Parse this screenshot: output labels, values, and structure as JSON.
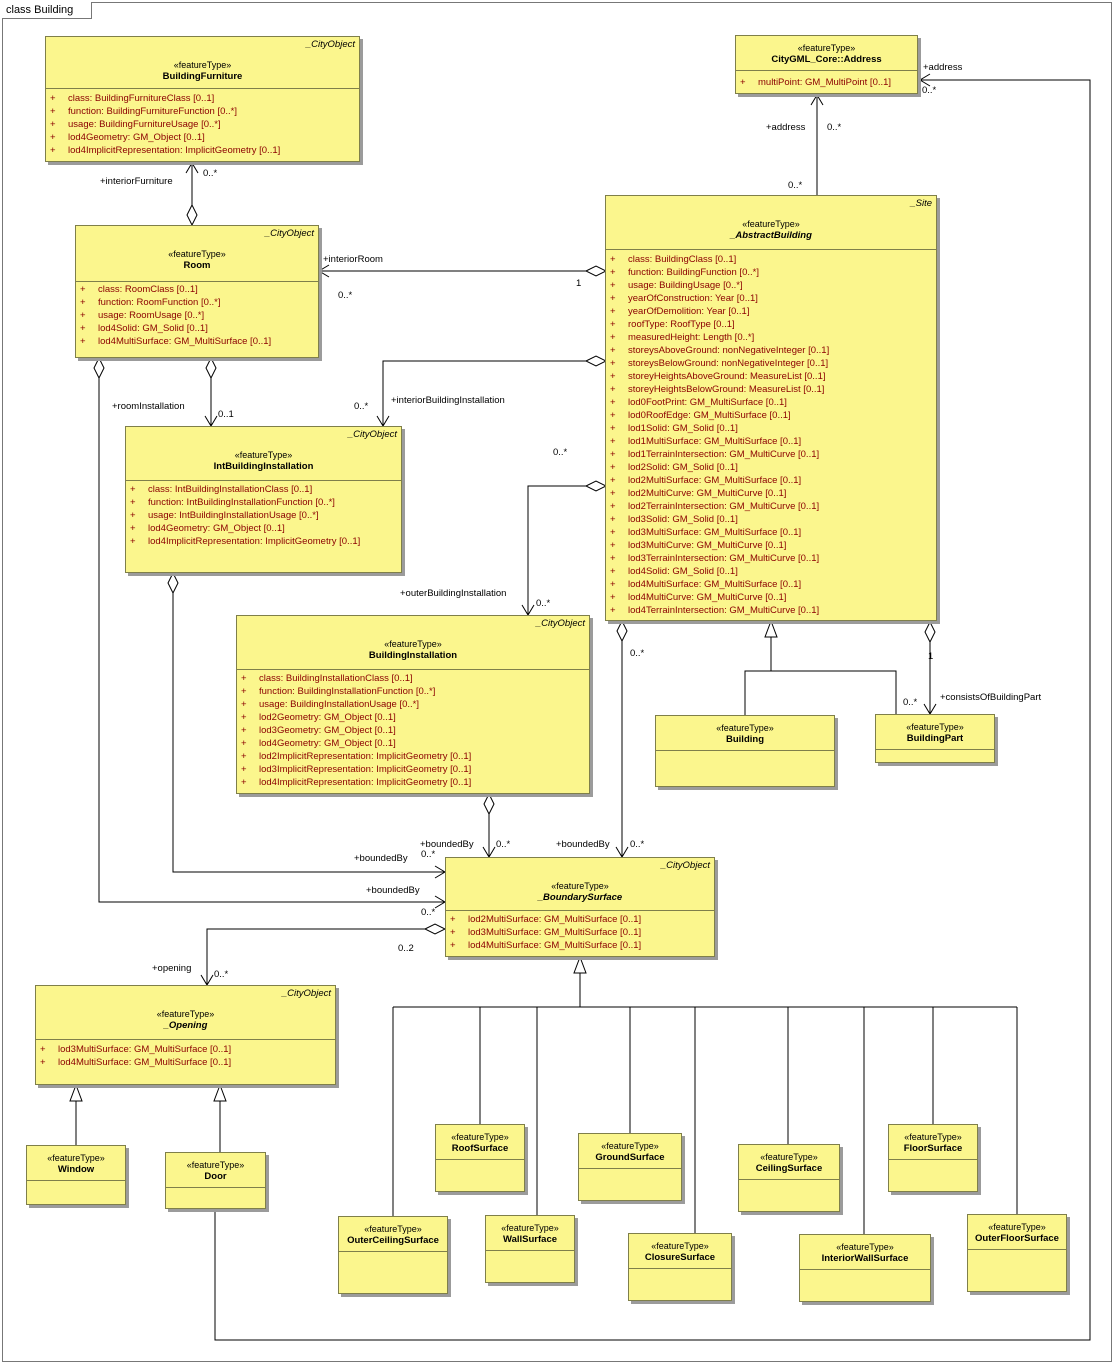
{
  "diagram": {
    "title": "class Building"
  },
  "classes": {
    "furniture": {
      "parent": "_CityObject",
      "stereotype": "«featureType»",
      "name": "BuildingFurniture",
      "attributes": [
        "class:  BuildingFurnitureClass [0..1]",
        "function:  BuildingFurnitureFunction [0..*]",
        "usage:  BuildingFurnitureUsage [0..*]",
        "lod4Geometry:  GM_Object [0..1]",
        "lod4ImplicitRepresentation:  ImplicitGeometry [0..1]"
      ]
    },
    "address": {
      "stereotype": "«featureType»",
      "name": "CityGML_Core::Address",
      "attributes": [
        "multiPoint:  GM_MultiPoint [0..1]"
      ]
    },
    "room": {
      "parent": "_CityObject",
      "stereotype": "«featureType»",
      "name": "Room",
      "attributes": [
        "class:  RoomClass [0..1]",
        "function:  RoomFunction [0..*]",
        "usage:  RoomUsage [0..*]",
        "lod4Solid:  GM_Solid [0..1]",
        "lod4MultiSurface:  GM_MultiSurface [0..1]"
      ]
    },
    "abstract_building": {
      "parent": "_Site",
      "stereotype": "«featureType»",
      "name": "_AbstractBuilding",
      "attributes": [
        "class:  BuildingClass [0..1]",
        "function:  BuildingFunction [0..*]",
        "usage:  BuildingUsage [0..*]",
        "yearOfConstruction:  Year [0..1]",
        "yearOfDemolition:  Year [0..1]",
        "roofType:  RoofType [0..1]",
        "measuredHeight:  Length [0..*]",
        "storeysAboveGround:  nonNegativeInteger [0..1]",
        "storeysBelowGround:  nonNegativeInteger [0..1]",
        "storeyHeightsAboveGround:  MeasureList [0..1]",
        "storeyHeightsBelowGround:  MeasureList [0..1]",
        "lod0FootPrint:  GM_MultiSurface [0..1]",
        "lod0RoofEdge:  GM_MultiSurface [0..1]",
        "lod1Solid:  GM_Solid [0..1]",
        "lod1MultiSurface:  GM_MultiSurface [0..1]",
        "lod1TerrainIntersection:  GM_MultiCurve [0..1]",
        "lod2Solid:  GM_Solid [0..1]",
        "lod2MultiSurface:  GM_MultiSurface [0..1]",
        "lod2MultiCurve:  GM_MultiCurve [0..1]",
        "lod2TerrainIntersection:  GM_MultiCurve [0..1]",
        "lod3Solid:  GM_Solid [0..1]",
        "lod3MultiSurface:  GM_MultiSurface [0..1]",
        "lod3MultiCurve:  GM_MultiCurve [0..1]",
        "lod3TerrainIntersection:  GM_MultiCurve [0..1]",
        "lod4Solid:  GM_Solid [0..1]",
        "lod4MultiSurface:  GM_MultiSurface [0..1]",
        "lod4MultiCurve:  GM_MultiCurve [0..1]",
        "lod4TerrainIntersection:  GM_MultiCurve [0..1]"
      ]
    },
    "int_installation": {
      "parent": "_CityObject",
      "stereotype": "«featureType»",
      "name": "IntBuildingInstallation",
      "attributes": [
        "class:  IntBuildingInstallationClass [0..1]",
        "function:  IntBuildingInstallationFunction [0..*]",
        "usage:  IntBuildingInstallationUsage [0..*]",
        "lod4Geometry:  GM_Object [0..1]",
        "lod4ImplicitRepresentation:  ImplicitGeometry [0..1]"
      ]
    },
    "installation": {
      "parent": "_CityObject",
      "stereotype": "«featureType»",
      "name": "BuildingInstallation",
      "attributes": [
        "class:  BuildingInstallationClass [0..1]",
        "function:  BuildingInstallationFunction [0..*]",
        "usage:  BuildingInstallationUsage [0..*]",
        "lod2Geometry:  GM_Object [0..1]",
        "lod3Geometry:  GM_Object [0..1]",
        "lod4Geometry:  GM_Object [0..1]",
        "lod2ImplicitRepresentation:  ImplicitGeometry [0..1]",
        "lod3ImplicitRepresentation:  ImplicitGeometry [0..1]",
        "lod4ImplicitRepresentation:  ImplicitGeometry [0..1]"
      ]
    },
    "building": {
      "stereotype": "«featureType»",
      "name": "Building"
    },
    "building_part": {
      "stereotype": "«featureType»",
      "name": "BuildingPart"
    },
    "boundary": {
      "parent": "_CityObject",
      "stereotype": "«featureType»",
      "name": "_BoundarySurface",
      "attributes": [
        "lod2MultiSurface:  GM_MultiSurface [0..1]",
        "lod3MultiSurface:  GM_MultiSurface [0..1]",
        "lod4MultiSurface:  GM_MultiSurface [0..1]"
      ]
    },
    "opening": {
      "parent": "_CityObject",
      "stereotype": "«featureType»",
      "name": "_Opening",
      "attributes": [
        "lod3MultiSurface:  GM_MultiSurface [0..1]",
        "lod4MultiSurface:  GM_MultiSurface [0..1]"
      ]
    },
    "window": {
      "stereotype": "«featureType»",
      "name": "Window"
    },
    "door": {
      "stereotype": "«featureType»",
      "name": "Door"
    },
    "roof": {
      "stereotype": "«featureType»",
      "name": "RoofSurface"
    },
    "ground": {
      "stereotype": "«featureType»",
      "name": "GroundSurface"
    },
    "ceiling": {
      "stereotype": "«featureType»",
      "name": "CeilingSurface"
    },
    "floor": {
      "stereotype": "«featureType»",
      "name": "FloorSurface"
    },
    "outer_ceiling": {
      "stereotype": "«featureType»",
      "name": "OuterCeilingSurface"
    },
    "wall": {
      "stereotype": "«featureType»",
      "name": "WallSurface"
    },
    "closure": {
      "stereotype": "«featureType»",
      "name": "ClosureSurface"
    },
    "interior_wall": {
      "stereotype": "«featureType»",
      "name": "InteriorWallSurface"
    },
    "outer_floor": {
      "stereotype": "«featureType»",
      "name": "OuterFloorSurface"
    }
  },
  "labels": {
    "address_role_1": "+address",
    "address_mult_1": "0..*",
    "address_role_2": "+address",
    "address_mult_2": "0..*",
    "address_mult_3": "0..*",
    "interior_furniture": "+interiorFurniture",
    "furniture_mult": "0..*",
    "interior_room": "+interiorRoom",
    "room_mult": "0..*",
    "room_one": "1",
    "room_installation": "+roomInstallation",
    "room_inst_mult": "0..1",
    "interior_installation_mult": "0..*",
    "interior_installation": "+interiorBuildingInstallation",
    "outer_installation_mult": "0..*",
    "outer_installation": "+outerBuildingInstallation",
    "outer_installation_mult2": "0..*",
    "bounded_by_1": "+boundedBy",
    "bounded_by_1_mult": "0..*",
    "bounded_by_inst_mult": "0..*",
    "bounded_by_2": "+boundedBy",
    "bounded_by_2_mult": "0..*",
    "bounded_by_3": "+boundedBy",
    "bounded_by_3_mult": "0..*",
    "bounded_by_4": "+boundedBy",
    "abstract_bounded_mult": "0..*",
    "bounded_by_abs_mult": "0..*",
    "part_one": "1",
    "part_mult": "0..*",
    "consists_of_part": "+consistsOfBuildingPart",
    "opening_role": "+opening",
    "opening_mult": "0..*",
    "boundary_opening_mult": "0..2"
  }
}
